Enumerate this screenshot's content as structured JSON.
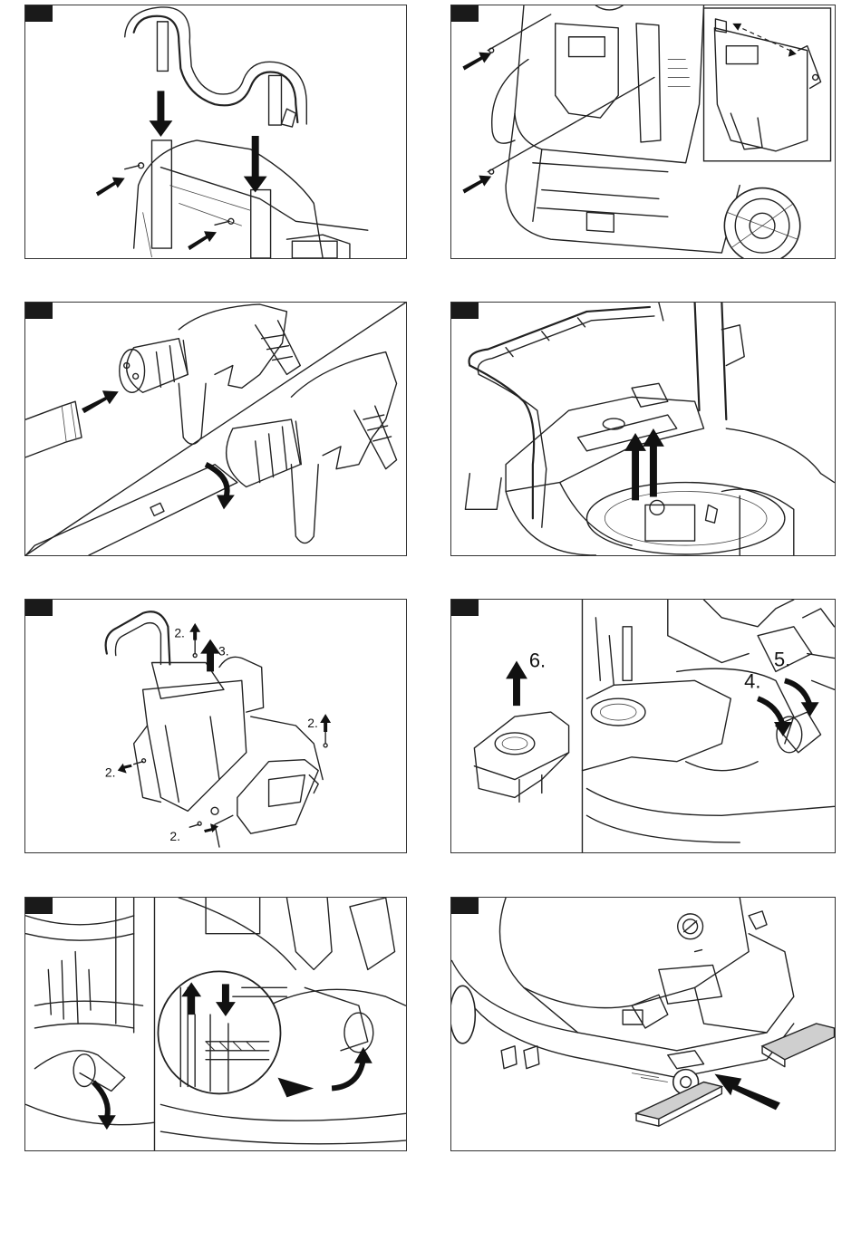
{
  "panels": [
    {
      "id": "p1",
      "labels": []
    },
    {
      "id": "p2",
      "labels": []
    },
    {
      "id": "p3",
      "labels": []
    },
    {
      "id": "p4",
      "labels": []
    },
    {
      "id": "p5",
      "labels": [
        "2.",
        "3.",
        "2.",
        "2.",
        "2."
      ]
    },
    {
      "id": "p6",
      "labels": [
        "6.",
        "4.",
        "5."
      ]
    },
    {
      "id": "p7",
      "labels": []
    },
    {
      "id": "p8",
      "labels": []
    }
  ]
}
